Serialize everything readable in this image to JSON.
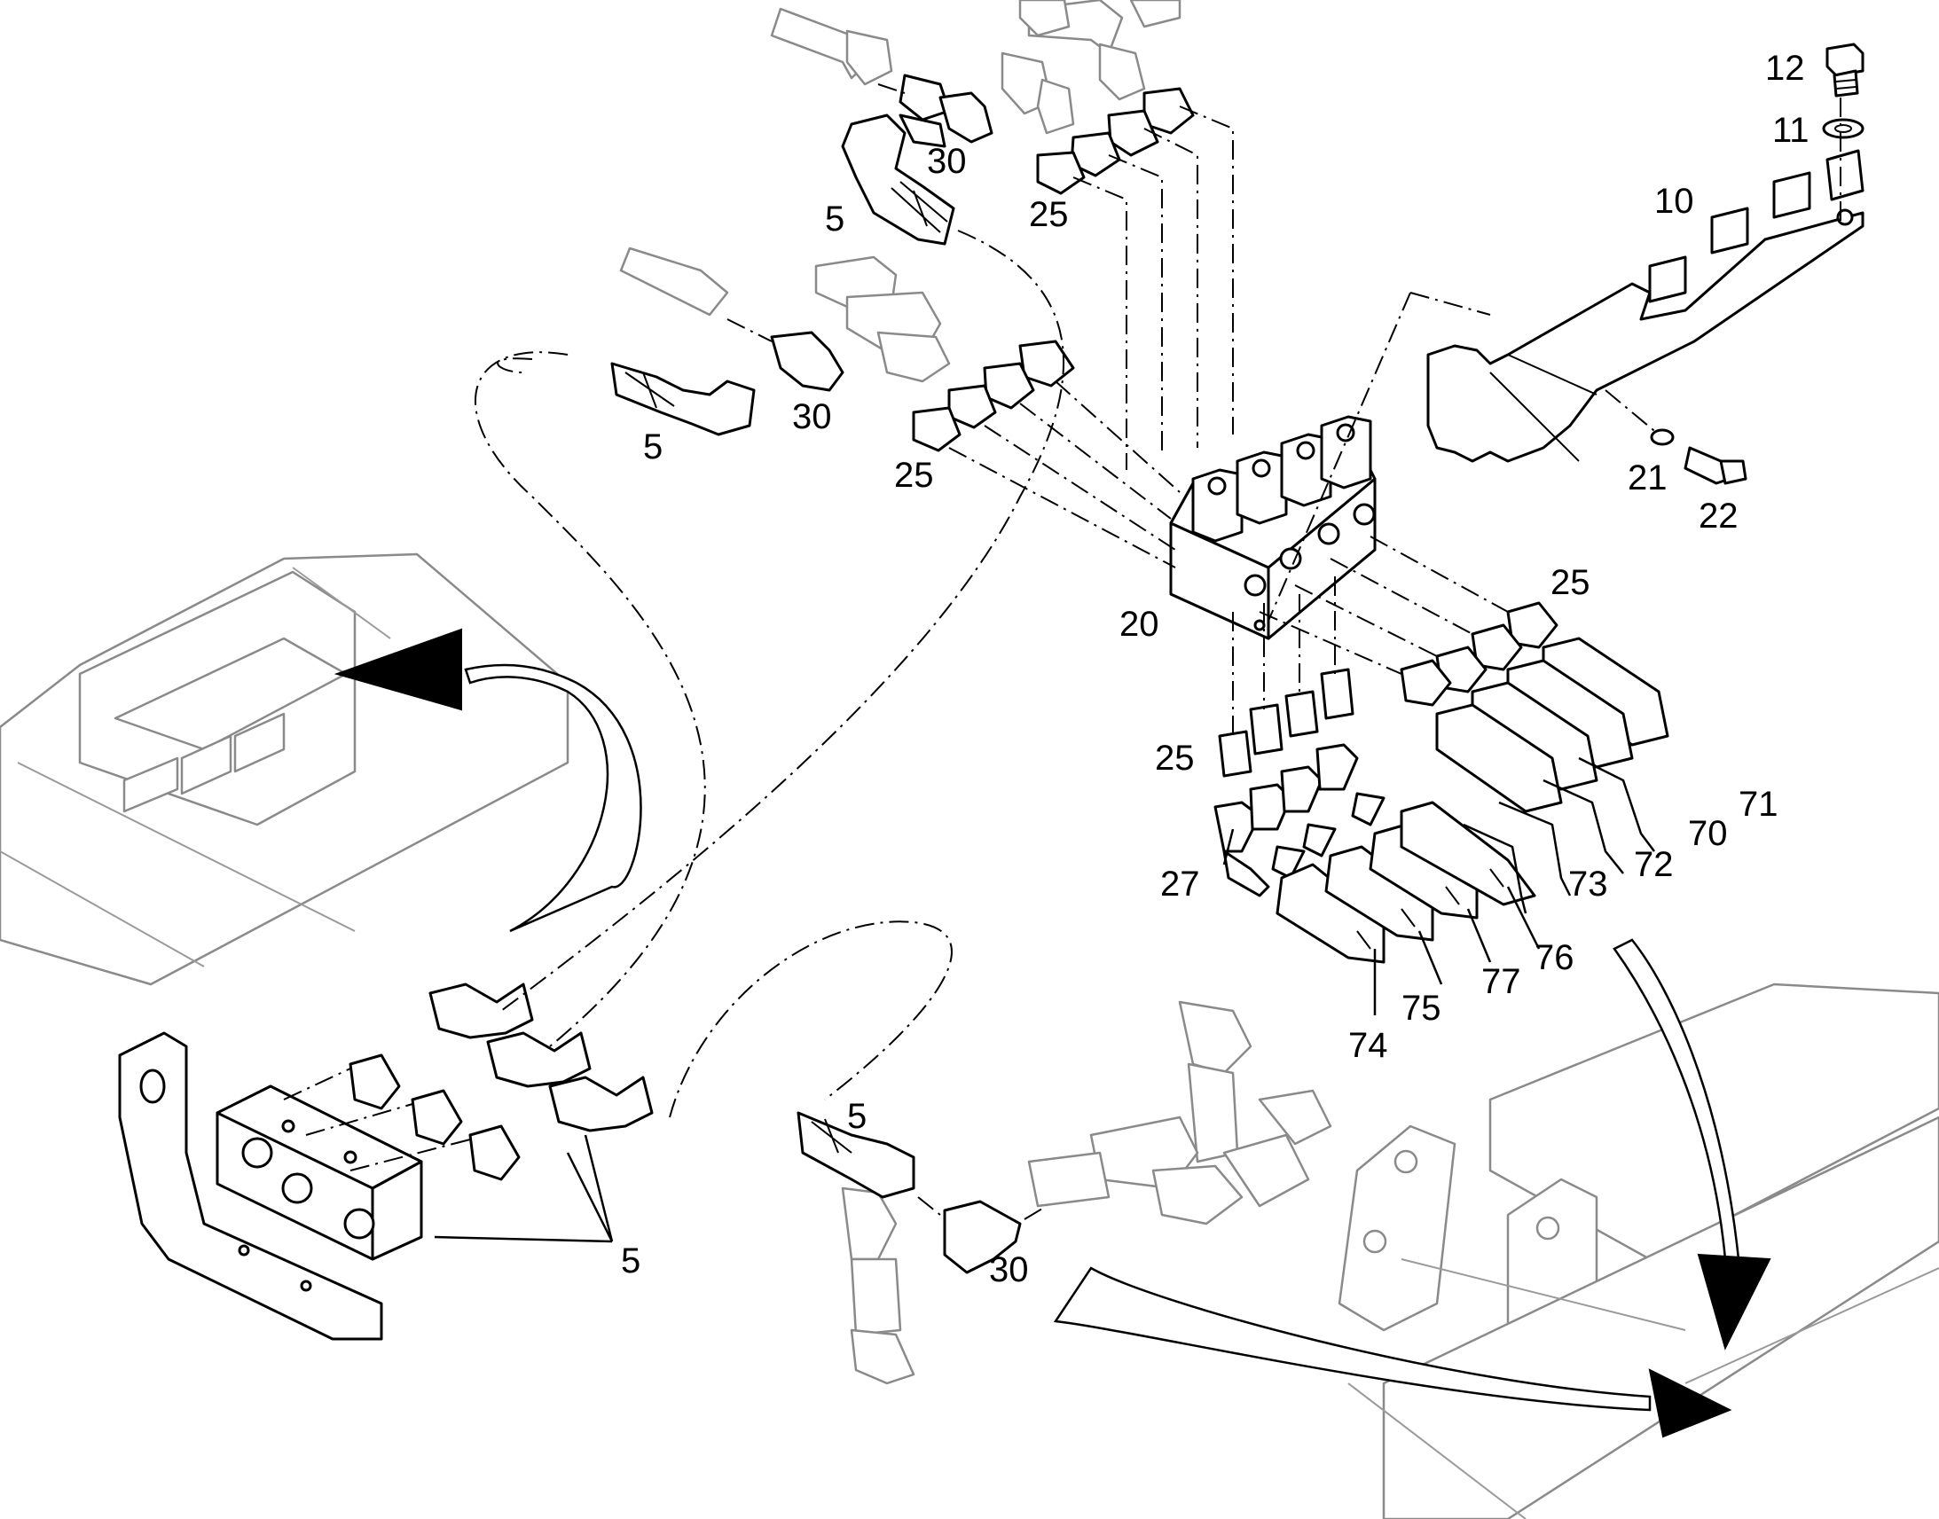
{
  "callouts": [
    {
      "id": "c12",
      "label": "12"
    },
    {
      "id": "c11",
      "label": "11"
    },
    {
      "id": "c10",
      "label": "10"
    },
    {
      "id": "c30a",
      "label": "30"
    },
    {
      "id": "c5a",
      "label": "5"
    },
    {
      "id": "c25a",
      "label": "25"
    },
    {
      "id": "c30b",
      "label": "30"
    },
    {
      "id": "c5b",
      "label": "5"
    },
    {
      "id": "c25b",
      "label": "25"
    },
    {
      "id": "c21",
      "label": "21"
    },
    {
      "id": "c22",
      "label": "22"
    },
    {
      "id": "c20",
      "label": "20"
    },
    {
      "id": "c25c",
      "label": "25"
    },
    {
      "id": "c25d",
      "label": "25"
    },
    {
      "id": "c71",
      "label": "71"
    },
    {
      "id": "c70",
      "label": "70"
    },
    {
      "id": "c72",
      "label": "72"
    },
    {
      "id": "c73",
      "label": "73"
    },
    {
      "id": "c27",
      "label": "27"
    },
    {
      "id": "c76",
      "label": "76"
    },
    {
      "id": "c77",
      "label": "77"
    },
    {
      "id": "c75",
      "label": "75"
    },
    {
      "id": "c74",
      "label": "74"
    },
    {
      "id": "c5c",
      "label": "5"
    },
    {
      "id": "c5d",
      "label": "5"
    },
    {
      "id": "c30c",
      "label": "30"
    }
  ]
}
